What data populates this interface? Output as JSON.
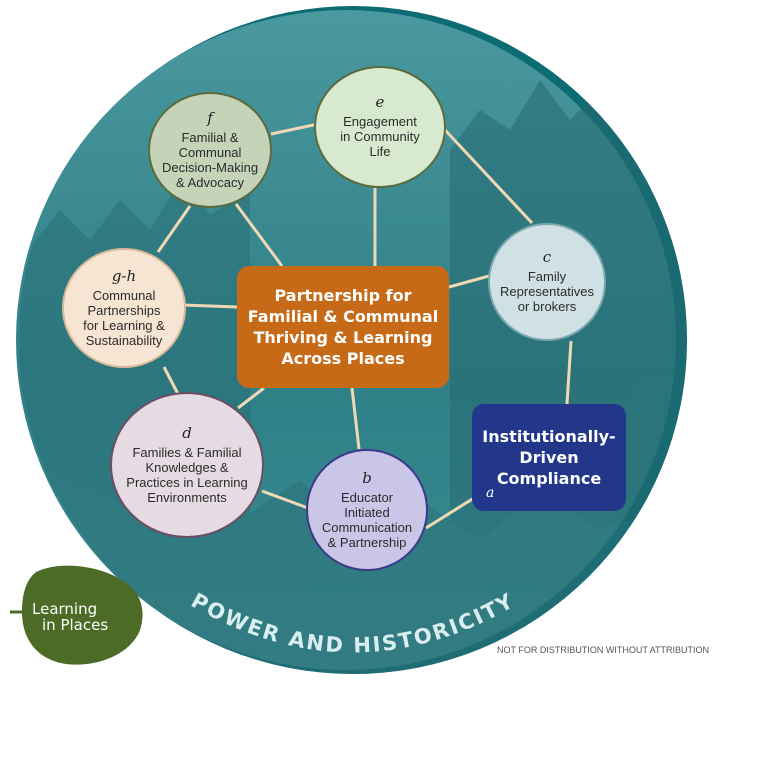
{
  "colors": {
    "circle_teal": "#3e8f96",
    "circle_edge": "#0d6b73",
    "connector": "#efd9b4",
    "center_orange": "#c66a17",
    "institution_blue": "#22368a",
    "leaf_green": "#4b6b26"
  },
  "center": {
    "title": "Partnership for\nFamilial & Communal\nThriving & Learning\nAcross Places"
  },
  "institutional": {
    "title": "Institutionally-\nDriven\nCompliance",
    "letter": "a"
  },
  "nodes": [
    {
      "id": "e",
      "letter": "e",
      "label": "Engagement\nin Community\nLife",
      "fill": "#d7ead0"
    },
    {
      "id": "f",
      "letter": "f",
      "label": "Familial &\nCommunal\nDecision-Making\n& Advocacy",
      "fill": "#c5d3b8"
    },
    {
      "id": "c",
      "letter": "c",
      "label": "Family\nRepresentatives\nor brokers",
      "fill": "#cfe1e4"
    },
    {
      "id": "gh",
      "letter": "g-h",
      "label": "Communal\nPartnerships\nfor Learning &\nSustainability",
      "fill": "#f7e5d4"
    },
    {
      "id": "d",
      "letter": "d",
      "label": "Families & Familial\nKnowledges &\nPractices in Learning\nEnvironments",
      "fill": "#e6dbe2"
    },
    {
      "id": "b",
      "letter": "b",
      "label": "Educator\nInitiated\nCommunication\n& Partnership",
      "fill": "#c9c6e8"
    }
  ],
  "arc_text": "POWER AND HISTORICITY",
  "logo": {
    "line1": "Learning",
    "line2": "in Places",
    "icon": "leaf-icon"
  },
  "notice": "NOT FOR DISTRIBUTION WITHOUT ATTRIBUTION"
}
